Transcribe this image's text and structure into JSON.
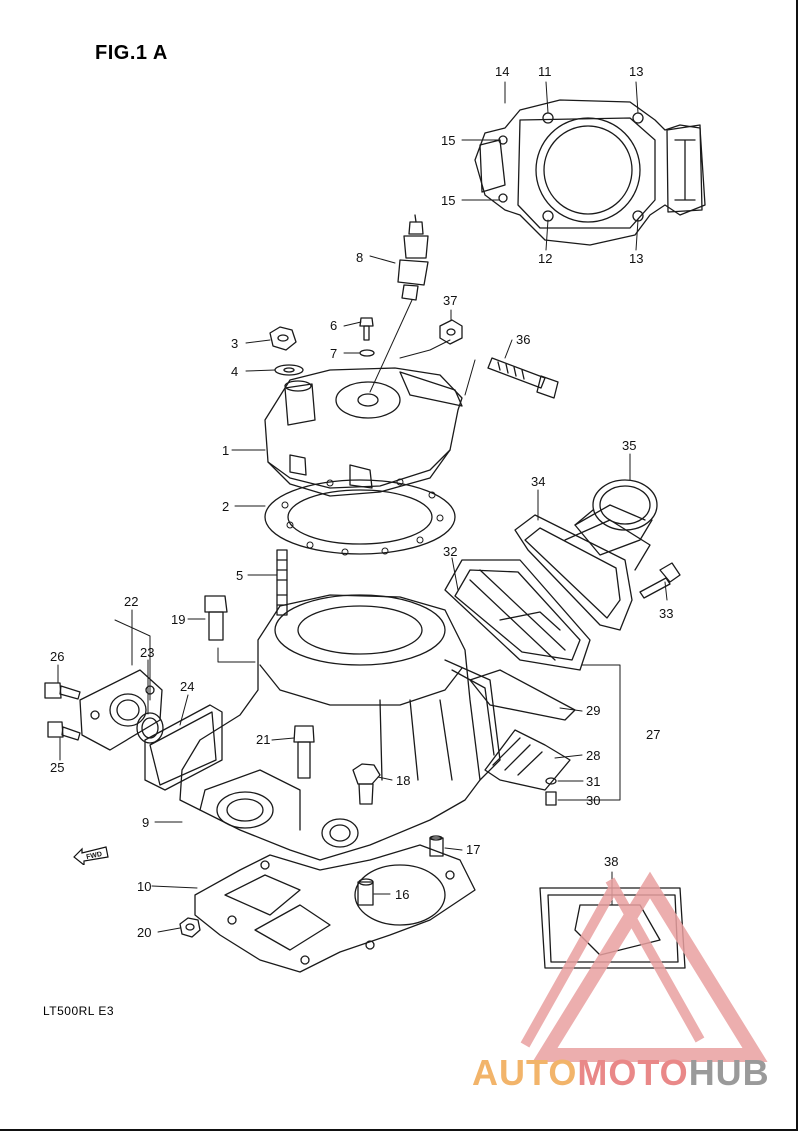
{
  "figure": {
    "title": "FIG.1 A",
    "model": "LT500RL  E3"
  },
  "fwd_label": "FWD",
  "callouts": [
    "14",
    "11",
    "13",
    "15",
    "15",
    "12",
    "13",
    "8",
    "37",
    "6",
    "36",
    "3",
    "7",
    "4",
    "1",
    "35",
    "2",
    "34",
    "5",
    "32",
    "22",
    "19",
    "33",
    "26",
    "23",
    "24",
    "29",
    "27",
    "21",
    "18",
    "28",
    "25",
    "9",
    "31",
    "30",
    "17",
    "38",
    "10",
    "16",
    "20"
  ],
  "watermark": {
    "part1": "AUTO",
    "part2": "MOTO",
    "part3": "HUB",
    "colors": {
      "auto": "#f2b46a",
      "moto": "#e98888",
      "hub": "#9a9a9a",
      "triangle": "#e9a0a0"
    }
  }
}
